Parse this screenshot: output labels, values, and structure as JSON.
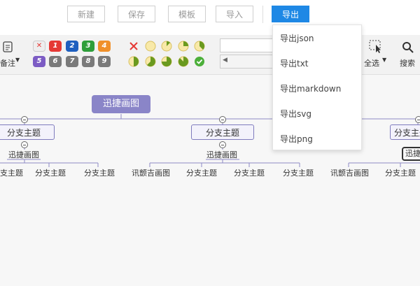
{
  "top_buttons": {
    "new_label": "新建",
    "save_label": "保存",
    "template_label": "模板",
    "import_label": "导入",
    "export_label": "导出"
  },
  "export_menu": {
    "items": [
      "导出json",
      "导出txt",
      "导出markdown",
      "导出svg",
      "导出png"
    ]
  },
  "toolbar": {
    "note_label": "备注",
    "select_all_label": "全选",
    "search_label": "搜索",
    "priority_badges": [
      "1",
      "2",
      "3",
      "4",
      "5",
      "6",
      "7",
      "8",
      "9"
    ],
    "progress_icons": [
      "progress-0",
      "progress-12",
      "progress-25",
      "progress-37",
      "progress-50",
      "progress-62",
      "progress-75",
      "progress-87",
      "progress-done"
    ],
    "colors": {
      "accent": "#1e88e5",
      "p1": "#e53935",
      "p2": "#1e5fbf",
      "p3": "#2e9e3a",
      "p4": "#f0902a",
      "p5": "#7c5cc4",
      "gray": "#7a7a7a",
      "root": "#8a85c8",
      "branch_border": "#7f7bbd"
    }
  },
  "mindmap": {
    "root": "迅捷画图",
    "branch_label": "分支主题",
    "child_label": "迅捷画图",
    "grand_labels": {
      "left_group": [
        "支主题",
        "分支主题",
        "分支主题"
      ],
      "middle_group": [
        "讯颤吉画图",
        "分支主题",
        "分支主题",
        "分支主题"
      ],
      "right_group": [
        "讯颤吉画图",
        "分支主题"
      ]
    },
    "selected_partial": "迅捷"
  }
}
